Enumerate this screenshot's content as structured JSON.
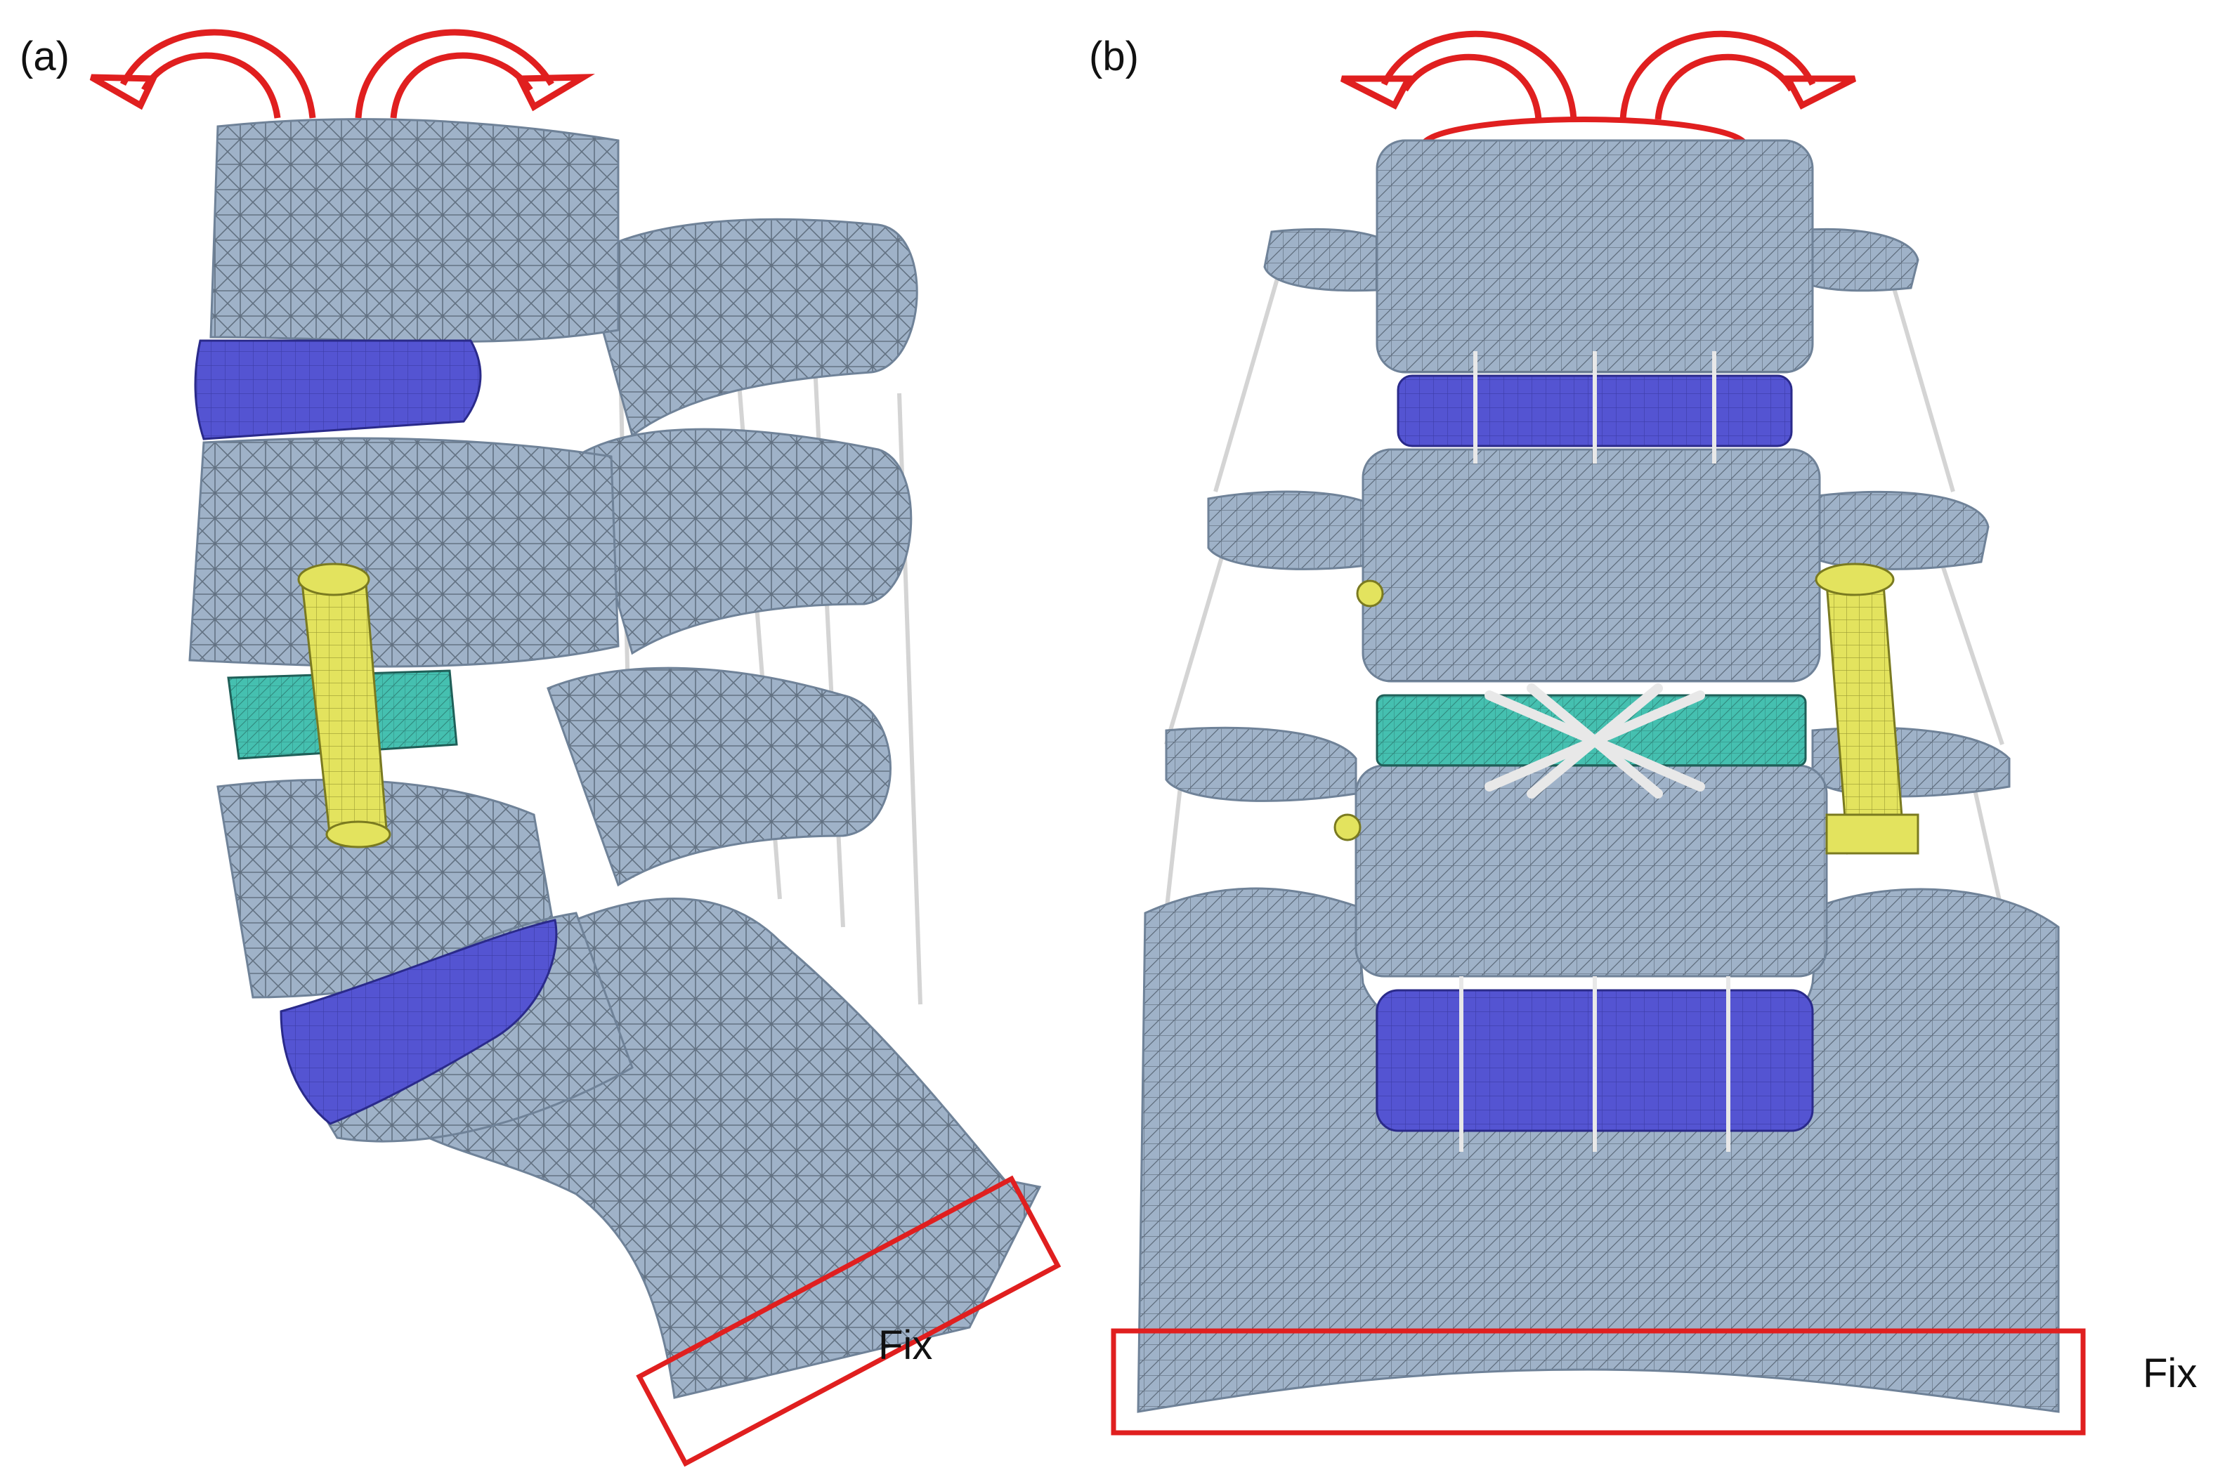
{
  "panels": [
    {
      "id": "a",
      "label": "(a)",
      "fix_label": "Fix"
    },
    {
      "id": "b",
      "label": "(b)",
      "fix_label": "Fix"
    }
  ],
  "colors": {
    "bone": "#9fb2c8",
    "bone_dark": "#6f8298",
    "mesh": "#2f3b48",
    "disc": "#5454d2",
    "cage": "#45c0b0",
    "screw": "#e3e35e",
    "ligament": "#d9d9d9",
    "arrow": "#e01f1f",
    "fix_box": "#e01f1f"
  },
  "icons": [
    "rotation-arrow-icon",
    "torsion-arrow-icon",
    "fix-boundary-box"
  ]
}
